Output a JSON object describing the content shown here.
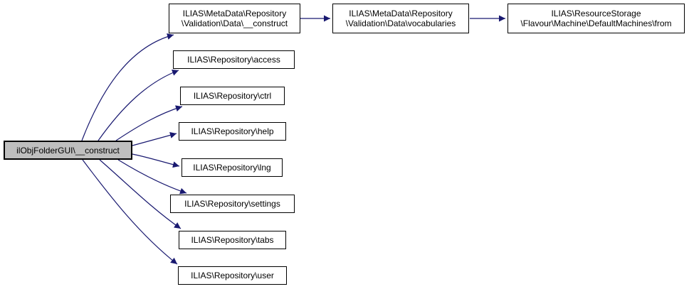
{
  "diagram_type": "call-graph",
  "colors": {
    "edge": "#191970",
    "node_fill": "#ffffff",
    "root_fill": "#bfbfbf",
    "node_border": "#000000",
    "background": "#ffffff"
  },
  "nodes": {
    "root": {
      "label": "ilObjFolderGUI\\__construct"
    },
    "metadata_construct": {
      "line1": "ILIAS\\MetaData\\Repository",
      "line2": "\\Validation\\Data\\__construct"
    },
    "access": {
      "label": "ILIAS\\Repository\\access"
    },
    "ctrl": {
      "label": "ILIAS\\Repository\\ctrl"
    },
    "help": {
      "label": "ILIAS\\Repository\\help"
    },
    "lng": {
      "label": "ILIAS\\Repository\\lng"
    },
    "settings": {
      "label": "ILIAS\\Repository\\settings"
    },
    "tabs": {
      "label": "ILIAS\\Repository\\tabs"
    },
    "user": {
      "label": "ILIAS\\Repository\\user"
    },
    "vocabularies": {
      "line1": "ILIAS\\MetaData\\Repository",
      "line2": "\\Validation\\Data\\vocabularies"
    },
    "from": {
      "line1": "ILIAS\\ResourceStorage",
      "line2": "\\Flavour\\Machine\\DefaultMachines\\from"
    }
  },
  "edges": [
    {
      "from": "root",
      "to": "metadata_construct"
    },
    {
      "from": "root",
      "to": "access"
    },
    {
      "from": "root",
      "to": "ctrl"
    },
    {
      "from": "root",
      "to": "help"
    },
    {
      "from": "root",
      "to": "lng"
    },
    {
      "from": "root",
      "to": "settings"
    },
    {
      "from": "root",
      "to": "tabs"
    },
    {
      "from": "root",
      "to": "user"
    },
    {
      "from": "metadata_construct",
      "to": "vocabularies"
    },
    {
      "from": "vocabularies",
      "to": "from"
    }
  ]
}
